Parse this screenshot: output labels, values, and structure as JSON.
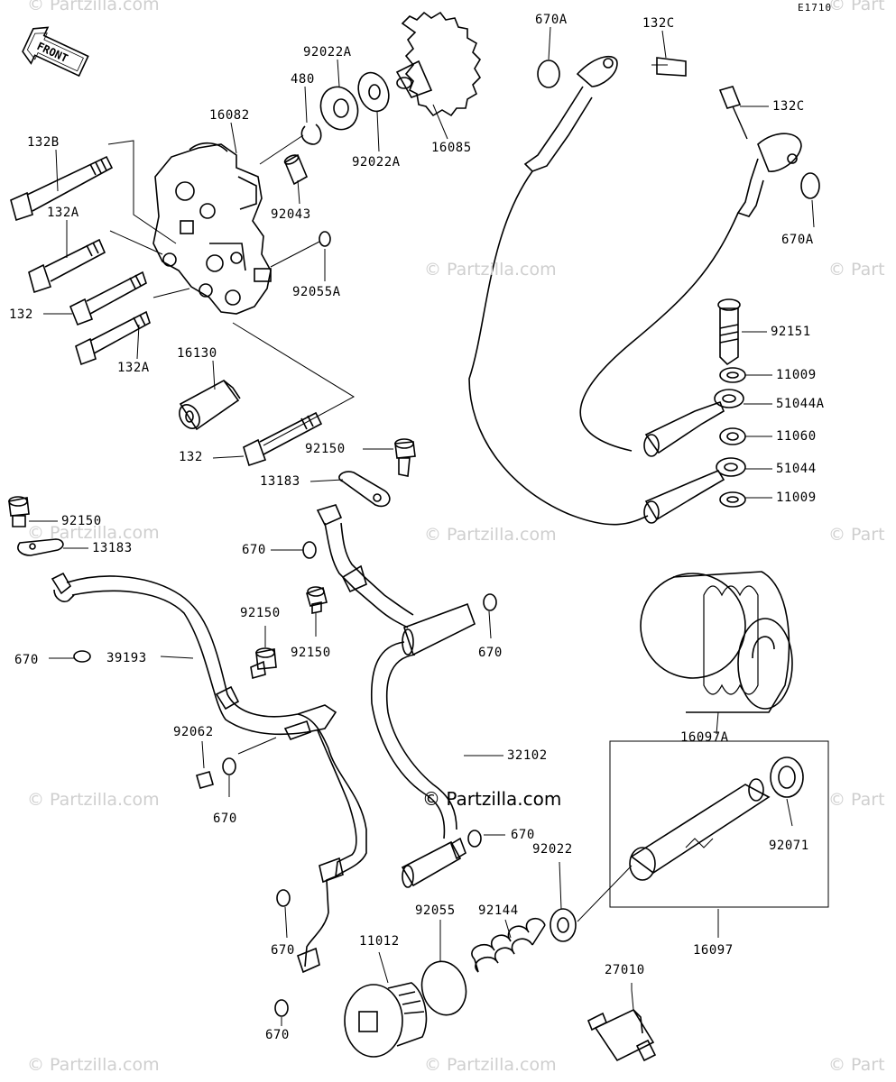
{
  "diagram_ref": "E1710",
  "front_label": "FRONT",
  "watermark": "© Partzilla.com",
  "watermark_partial": "© Part",
  "main_watermark": "© Partzilla.com",
  "labels": {
    "l_670A_top": "670A",
    "l_132C_top": "132C",
    "l_92022A_top": "92022A",
    "l_480": "480",
    "l_16082": "16082",
    "l_132B": "132B",
    "l_132A_1": "132A",
    "l_132": "132",
    "l_132A_2": "132A",
    "l_92022A_bot": "92022A",
    "l_16085": "16085",
    "l_92043": "92043",
    "l_92055A": "92055A",
    "l_132C_right": "132C",
    "l_670A_right": "670A",
    "l_92151": "92151",
    "l_11009_a": "11009",
    "l_51044A": "51044A",
    "l_11060": "11060",
    "l_51044": "51044",
    "l_11009_b": "11009",
    "l_16130": "16130",
    "l_132_b": "132",
    "l_92150_a": "92150",
    "l_13183_a": "13183",
    "l_92150_b": "92150",
    "l_13183_b": "13183",
    "l_670_a": "670",
    "l_92150_c": "92150",
    "l_92150_d": "92150",
    "l_670_b": "670",
    "l_670_c": "670",
    "l_39193": "39193",
    "l_16097A": "16097A",
    "l_92062": "92062",
    "l_670_d": "670",
    "l_32102": "32102",
    "l_670_e": "670",
    "l_92022": "92022",
    "l_92071": "92071",
    "l_92055": "92055",
    "l_92144": "92144",
    "l_11012": "11012",
    "l_670_f": "670",
    "l_670_g": "670",
    "l_16097": "16097",
    "l_27010": "27010"
  }
}
